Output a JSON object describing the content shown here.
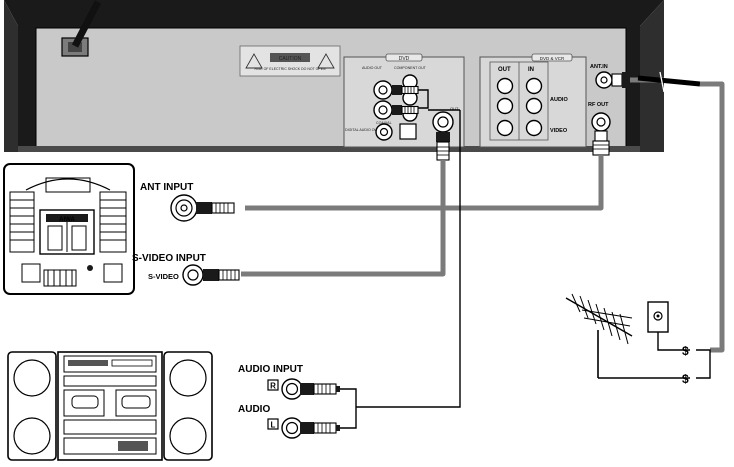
{
  "player": {
    "dvd_label": "DVD",
    "audio_out_label": "AUDIO OUT",
    "component_out_label": "COMPONENT OUT",
    "digital_audio_out_label": "DIGITAL AUDIO OUT",
    "coaxial_label": "COAXIAL",
    "out_label": "OUT",
    "dvd_vcr_label": "DVD & VCR",
    "out_col_label": "OUT",
    "in_col_label": "IN",
    "audio_label": "AUDIO",
    "video_label": "VIDEO",
    "ant_in_label": "ANT.IN",
    "rf_out_label": "RF OUT",
    "caution_title": "CAUTION",
    "caution_text": "RISK OF ELECTRIC SHOCK DO NOT OPEN"
  },
  "tv": {
    "ant_input_label": "ANT INPUT",
    "svideo_input_label": "S-VIDEO INPUT",
    "svideo_jack_label": "S-VIDEO",
    "brand_label": "AIWA"
  },
  "stereo": {
    "audio_input_label": "AUDIO INPUT",
    "audio_label": "AUDIO",
    "right_label": "R",
    "left_label": "L"
  },
  "antenna": {
    "coil_symbol": "$"
  }
}
